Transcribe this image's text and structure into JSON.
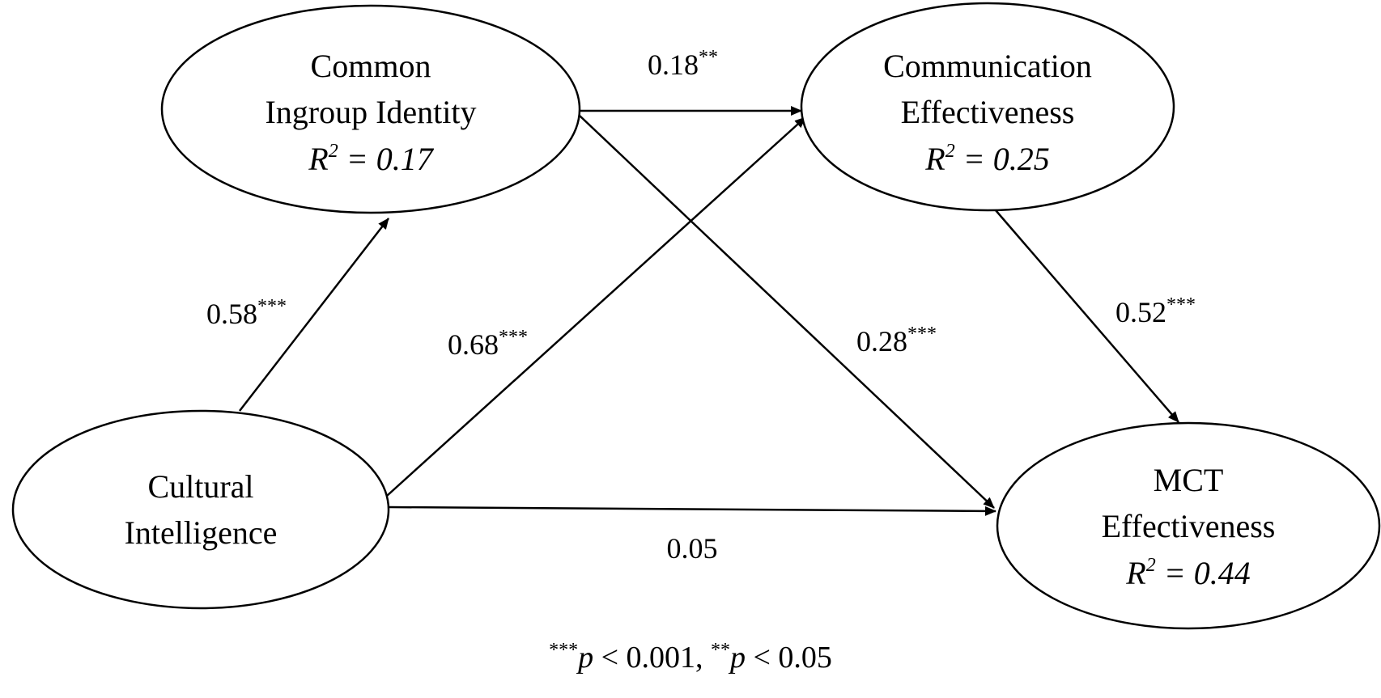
{
  "nodes": {
    "cui": {
      "line1": "Common",
      "line2": "Ingroup Identity",
      "r2_label": "R",
      "r2_sup": "2",
      "r2_value": " = 0.17"
    },
    "ce": {
      "line1": "Communication",
      "line2": "Effectiveness",
      "r2_label": "R",
      "r2_sup": "2",
      "r2_value": " = 0.25"
    },
    "cq": {
      "line1": "Cultural",
      "line2": "Intelligence"
    },
    "mct": {
      "line1": "MCT",
      "line2": "Effectiveness",
      "r2_label": "R",
      "r2_sup": "2",
      "r2_value": " = 0.44"
    }
  },
  "edges": {
    "cq_cui": {
      "value": "0.58",
      "stars": "***"
    },
    "cui_ce": {
      "value": "0.18",
      "stars": "**"
    },
    "cq_ce": {
      "value": "0.68",
      "stars": "***"
    },
    "cui_mct": {
      "value": "0.28",
      "stars": "***"
    },
    "ce_mct": {
      "value": "0.52",
      "stars": "***"
    },
    "cq_mct": {
      "value": "0.05",
      "stars": ""
    }
  },
  "note": {
    "stars1": "***",
    "p1": "p",
    "text1": " < 0.001, ",
    "stars2": "**",
    "p2": "p",
    "text2": " < 0.05"
  }
}
